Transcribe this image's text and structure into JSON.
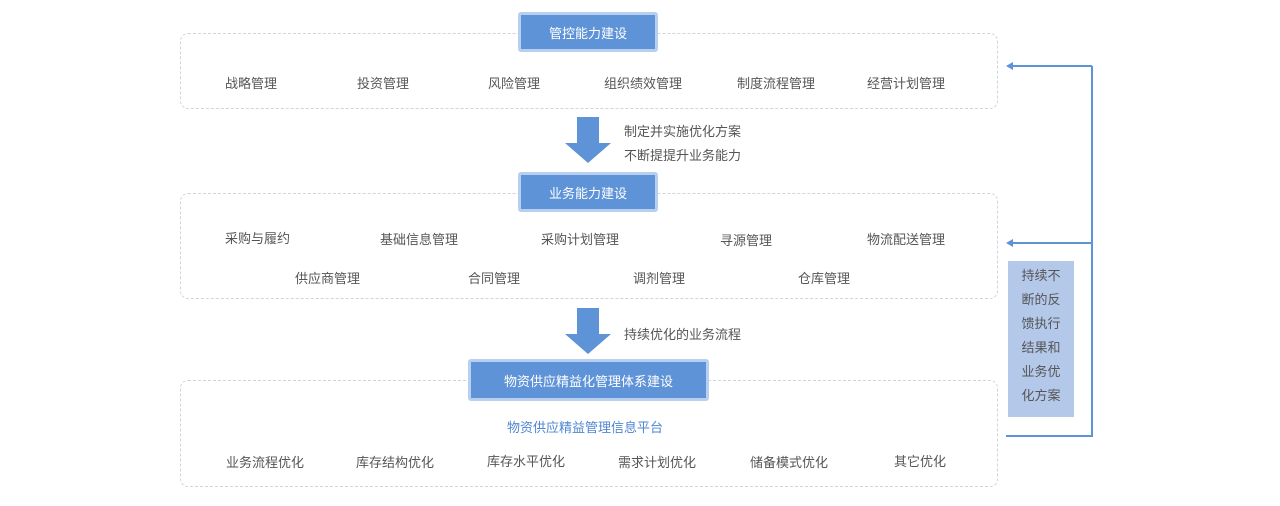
{
  "colors": {
    "accent": "#5f93d7",
    "title_border": "#b9cff0",
    "feedback_box": "#b4c8ea",
    "platform_text": "#4f86d1",
    "line": "#5f93d7"
  },
  "section1": {
    "title": "管控能力建设",
    "items": [
      "战略管理",
      "投资管理",
      "风险管理",
      "组织绩效管理",
      "制度流程管理",
      "经营计划管理"
    ]
  },
  "arrow1": {
    "lines": [
      "制定并实施优化方案",
      "不断提提升业务能力"
    ]
  },
  "section2": {
    "title": "业务能力建设",
    "row1": [
      "采购与履约",
      "基础信息管理",
      "采购计划管理",
      "寻源管理",
      "物流配送管理"
    ],
    "row2": [
      "供应商管理",
      "合同管理",
      "调剂管理",
      "仓库管理"
    ]
  },
  "arrow2": {
    "text": "持续优化的业务流程"
  },
  "section3": {
    "title": "物资供应精益化管理体系建设",
    "platform": "物资供应精益管理信息平台",
    "items": [
      "业务流程优化",
      "库存结构优化",
      "库存水平优化",
      "需求计划优化",
      "储备模式优化",
      "其它优化"
    ]
  },
  "feedback": {
    "lines": [
      "持续不",
      "断的反",
      "馈执行",
      "结果和",
      "业务优",
      "化方案"
    ]
  },
  "icons": [
    "down-arrow-icon",
    "feedback-arrow-icon"
  ]
}
